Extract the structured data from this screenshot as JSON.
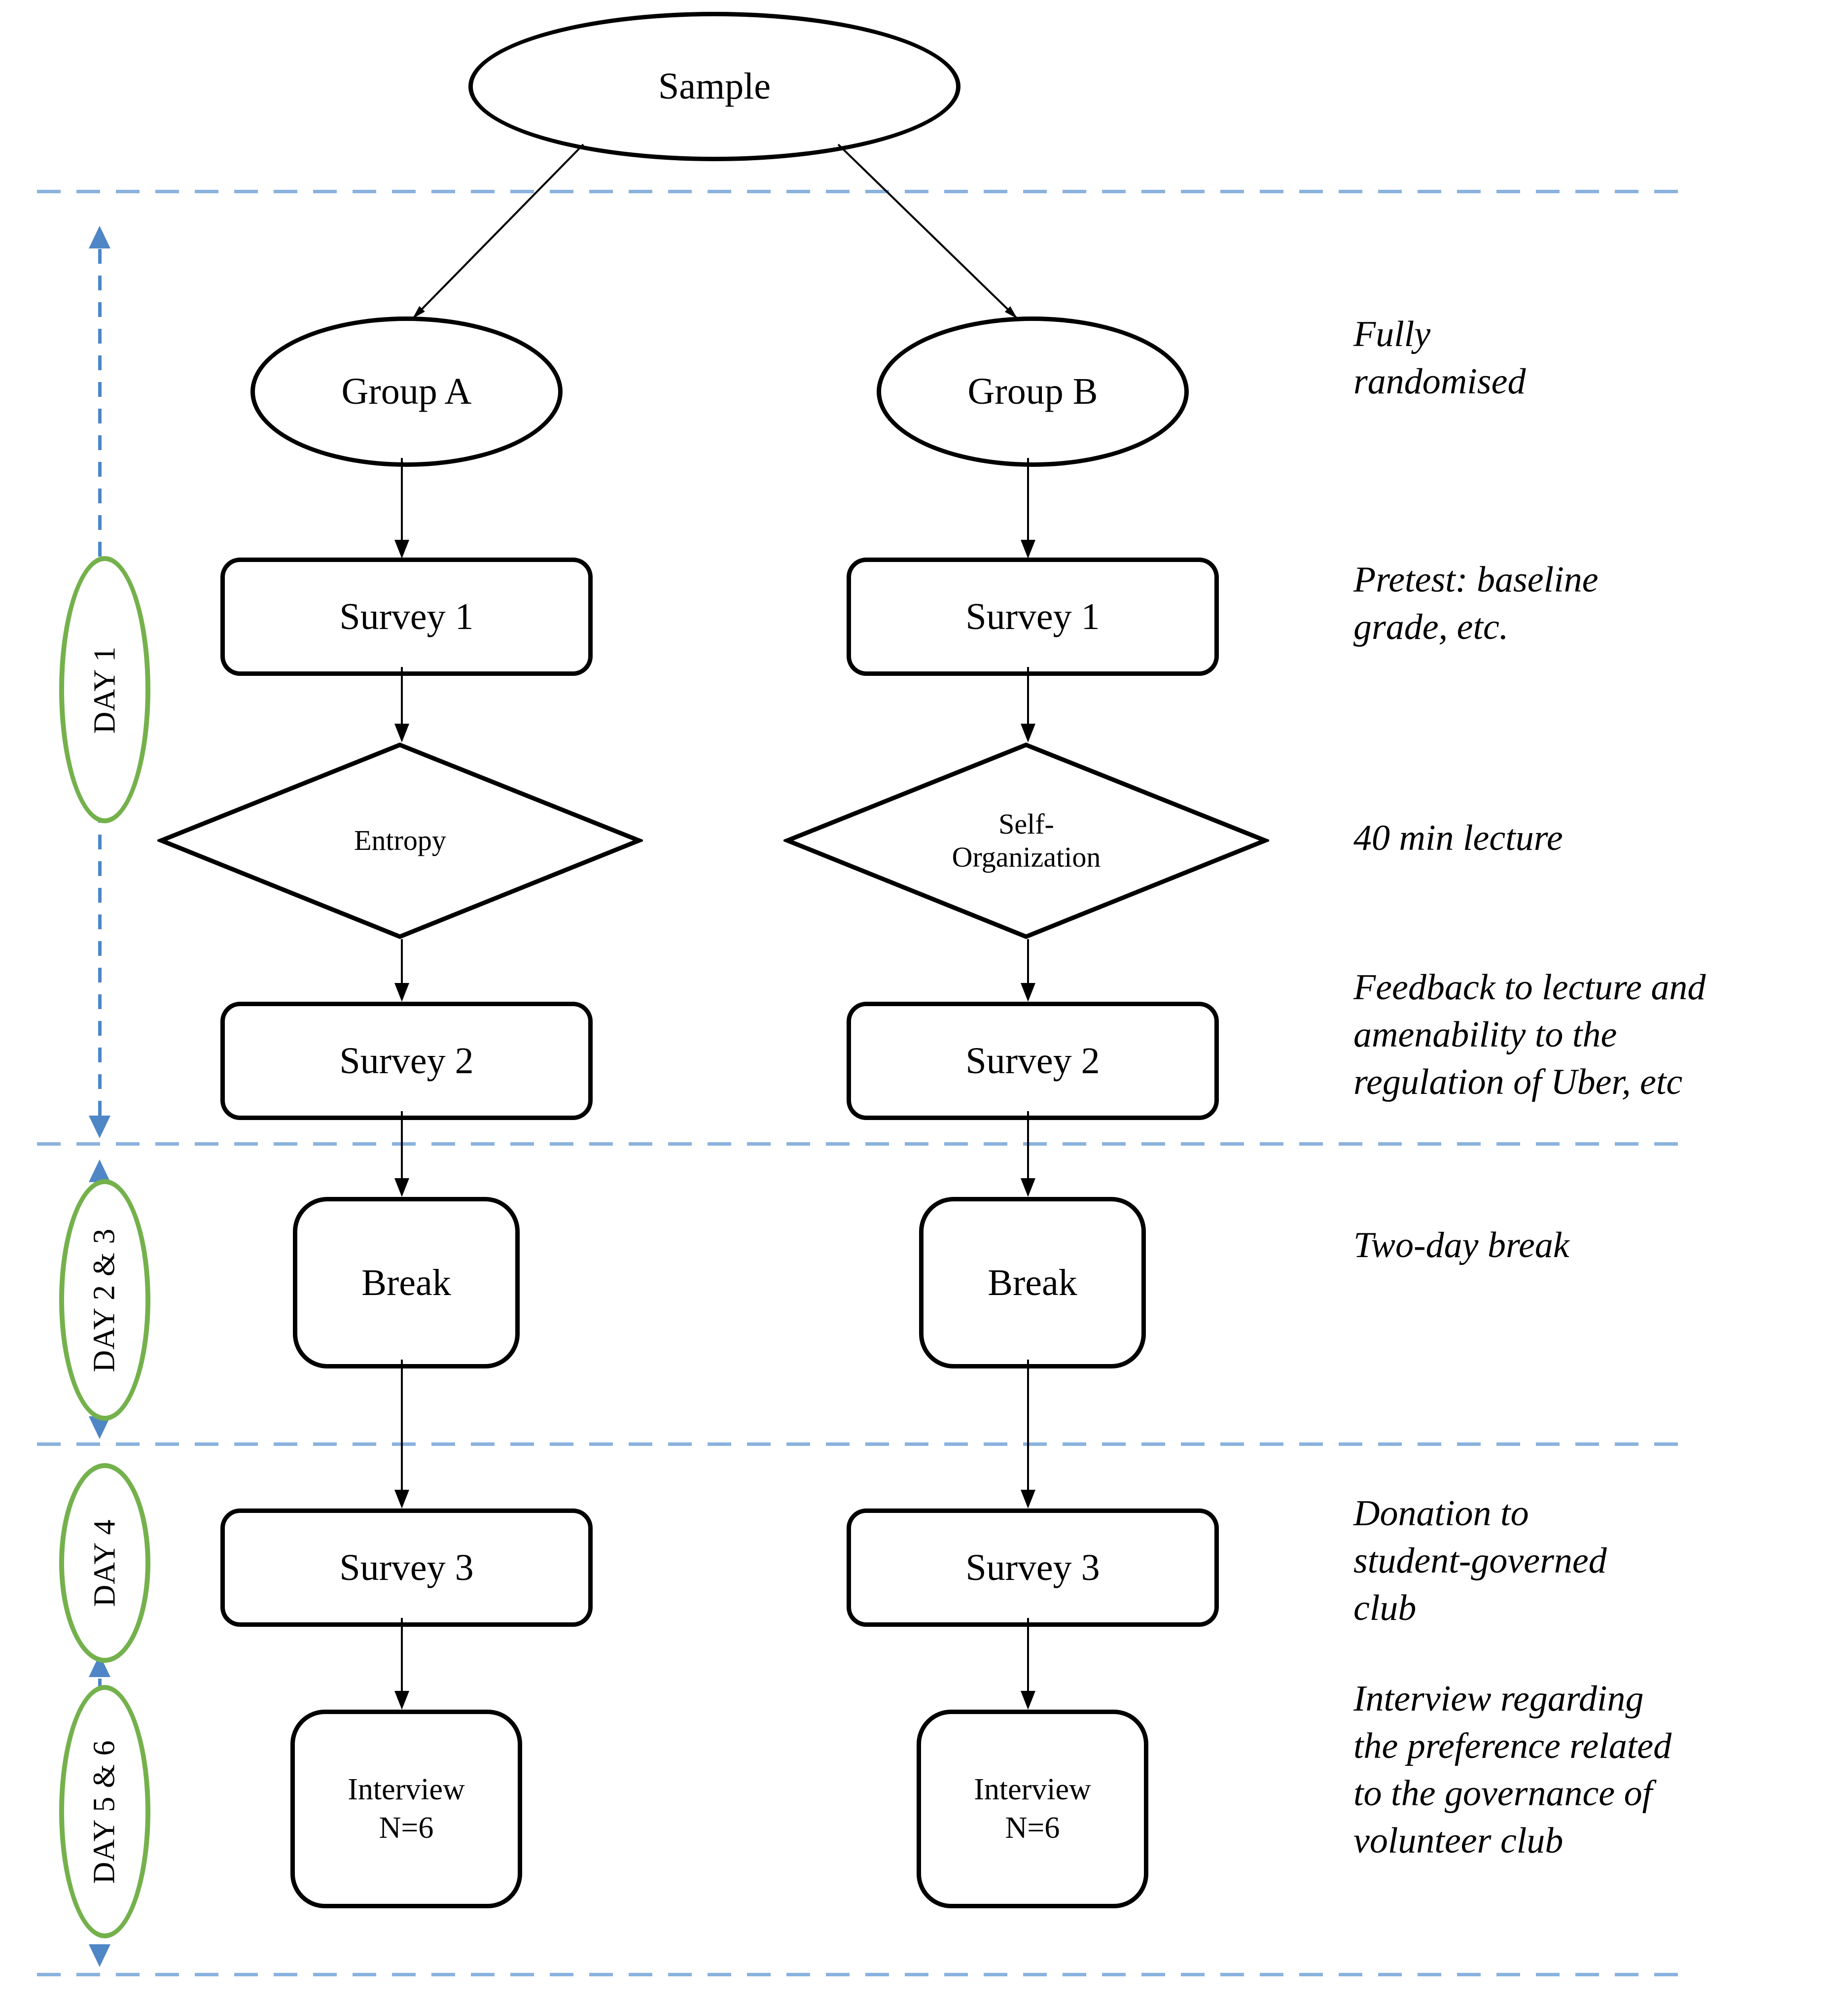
{
  "colors": {
    "green": "#74B14C",
    "blue": "#4E86C6",
    "blue_dash": "#8AB2DE"
  },
  "flow": {
    "sample": "Sample",
    "columns": [
      {
        "group": "Group A",
        "survey1": "Survey 1",
        "treatment": [
          "Entropy"
        ],
        "survey2": "Survey 2",
        "break_label": "Break",
        "survey3": "Survey 3",
        "interview": [
          "Interview",
          "N=6"
        ]
      },
      {
        "group": "Group B",
        "survey1": "Survey 1",
        "treatment": [
          "Self-",
          "Organization"
        ],
        "survey2": "Survey 2",
        "break_label": "Break",
        "survey3": "Survey 3",
        "interview": [
          "Interview",
          "N=6"
        ]
      }
    ]
  },
  "day_rail": {
    "labels": [
      "DAY 1",
      "DAY 2 & 3",
      "DAY 4",
      "DAY 5 & 6"
    ]
  },
  "annotations": [
    {
      "lines": [
        "Fully",
        "randomised"
      ]
    },
    {
      "lines": [
        "Pretest: baseline",
        "grade, etc."
      ]
    },
    {
      "lines": [
        "40 min lecture"
      ]
    },
    {
      "lines": [
        "Feedback to lecture and",
        "amenability to the",
        "regulation of Uber, etc"
      ]
    },
    {
      "lines": [
        "Two-day break"
      ]
    },
    {
      "lines": [
        "Donation to",
        "student-governed",
        "club"
      ]
    },
    {
      "lines": [
        "Interview regarding",
        "the preference related",
        "to the governance of",
        "volunteer club"
      ]
    }
  ]
}
